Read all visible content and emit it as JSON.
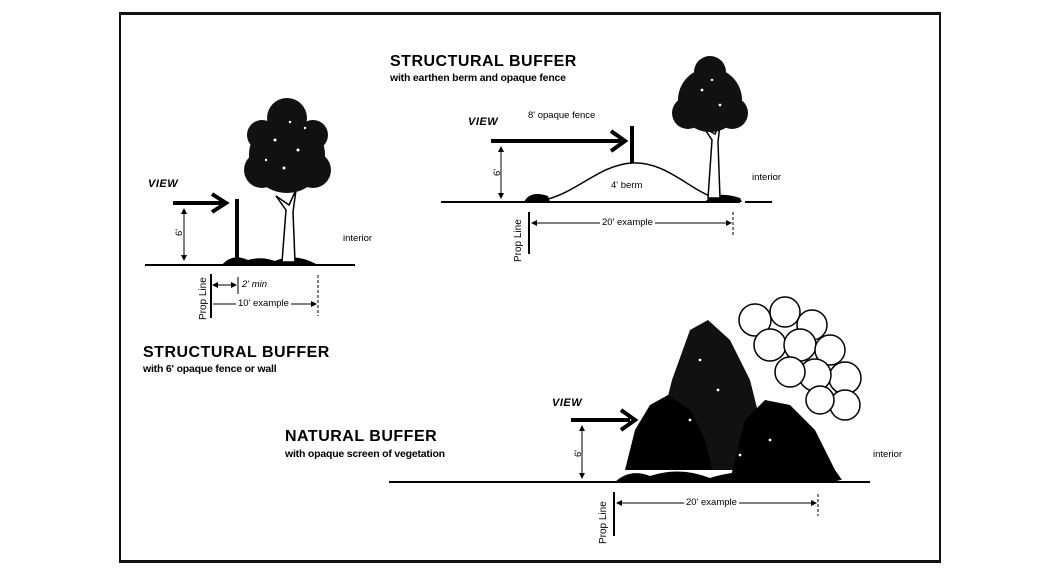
{
  "panels": {
    "fence": {
      "title": "STRUCTURAL BUFFER",
      "subtitle": "with 6' opaque fence or wall",
      "view_label": "VIEW",
      "height_label": "6'",
      "setback_label": "2' min",
      "width_label": "10' example",
      "prop_line_label": "Prop Line",
      "interior_label": "interior"
    },
    "berm": {
      "title": "STRUCTURAL BUFFER",
      "subtitle": "with earthen berm and opaque fence",
      "view_label": "VIEW",
      "fence_label": "8' opaque fence",
      "height_label": "6'",
      "berm_label": "4' berm",
      "width_label": "20' example",
      "prop_line_label": "Prop Line",
      "interior_label": "interior"
    },
    "natural": {
      "title": "NATURAL BUFFER",
      "subtitle": "with opaque screen of vegetation",
      "view_label": "VIEW",
      "height_label": "6'",
      "width_label": "20' example",
      "prop_line_label": "Prop Line",
      "interior_label": "interior"
    }
  }
}
